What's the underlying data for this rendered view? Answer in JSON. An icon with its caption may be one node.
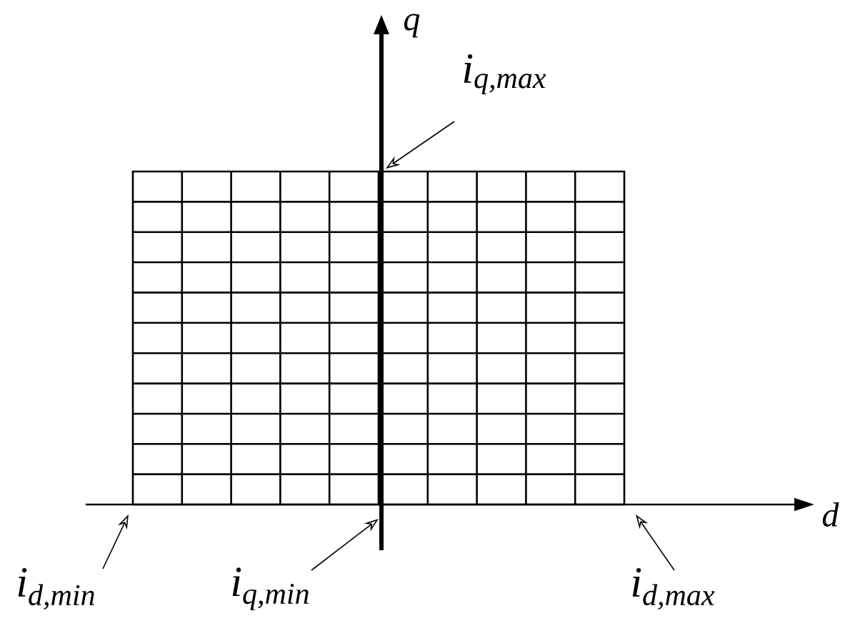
{
  "diagram": {
    "nodes": [
      {
        "text": [
          "i$_{q,max}$"
        ]
      },
      {
        "text": [
          "i$_{d,min}$"
        ]
      },
      {
        "text": [
          "i$_{q,min}$"
        ]
      },
      {
        "text": [
          "i$_{d,max}$"
        ]
      }
    ],
    "edges": [
      {
        "from": 0,
        "to": null,
        "arrow": "to"
      },
      {
        "from": 1,
        "to": null,
        "arrow": "to"
      },
      {
        "from": 2,
        "to": null,
        "arrow": "to"
      },
      {
        "from": 3,
        "to": null,
        "arrow": "to"
      }
    ],
    "labels": [
      "q",
      "d"
    ]
  }
}
